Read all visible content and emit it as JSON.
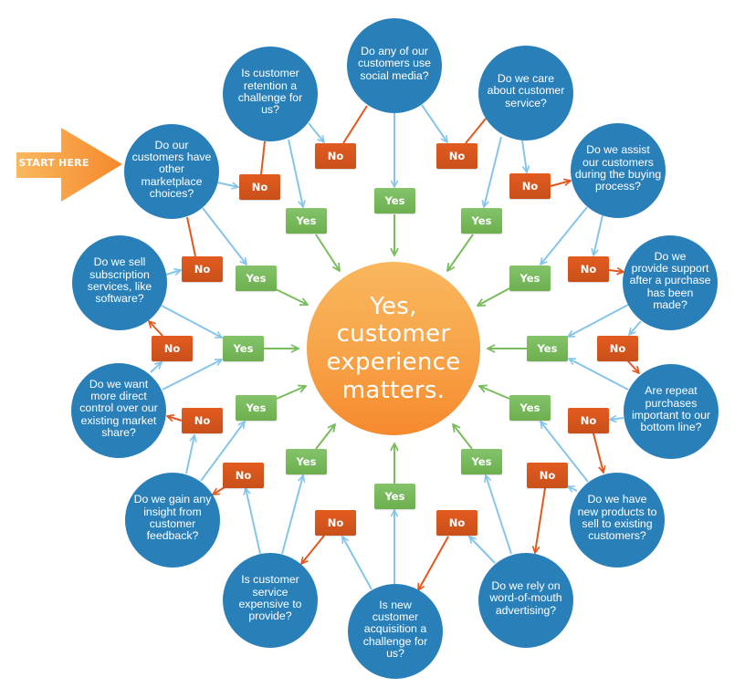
{
  "diagram": {
    "start_label": "START HERE",
    "outcome_text": "Yes,\ncustomer\nexperience\nmatters.",
    "decision_labels": {
      "yes": "Yes",
      "no": "No"
    },
    "questions": [
      {
        "id": "q1",
        "text": "Do our\ncustomers have\nother\nmarketplace\nchoices?"
      },
      {
        "id": "q2",
        "text": "Is customer\nretention a\nchallenge for\nus?"
      },
      {
        "id": "q3",
        "text": "Do any of our\ncustomers use\nsocial media?"
      },
      {
        "id": "q4",
        "text": "Do we care\nabout customer\nservice?"
      },
      {
        "id": "q5",
        "text": "Do we assist\nour customers\nduring the buying\nprocess?"
      },
      {
        "id": "q6",
        "text": "Do we\nprovide support\nafter a purchase\nhas been\nmade?"
      },
      {
        "id": "q7",
        "text": "Are repeat\npurchases\nimportant to our\nbottom line?"
      },
      {
        "id": "q8",
        "text": "Do we have\nnew products to\nsell to existing\ncustomers?"
      },
      {
        "id": "q9",
        "text": "Do we rely on\nword-of-mouth\nadvertising?"
      },
      {
        "id": "q10",
        "text": "Is new\ncustomer\nacquisition a\nchallenge for\nus?"
      },
      {
        "id": "q11",
        "text": "Is customer\nservice\nexpensive to\nprovide?"
      },
      {
        "id": "q12",
        "text": "Do we gain any\ninsight from\ncustomer\nfeedback?"
      },
      {
        "id": "q13",
        "text": "Do we want\nmore direct\ncontrol over our\nexisting market\nshare?"
      },
      {
        "id": "q14",
        "text": "Do we sell\nsubscription\nservices, like\nsoftware?"
      }
    ],
    "colors": {
      "question_blue": "#2980b9",
      "no_orange": "#e25b1f",
      "yes_green": "#84c36a",
      "outcome_orange": "#f6892d",
      "start_arrow_orange": "#f7a040",
      "connector_blue": "#85c5ea",
      "connector_green": "#79bc5c",
      "connector_orange": "#e3571d"
    }
  }
}
